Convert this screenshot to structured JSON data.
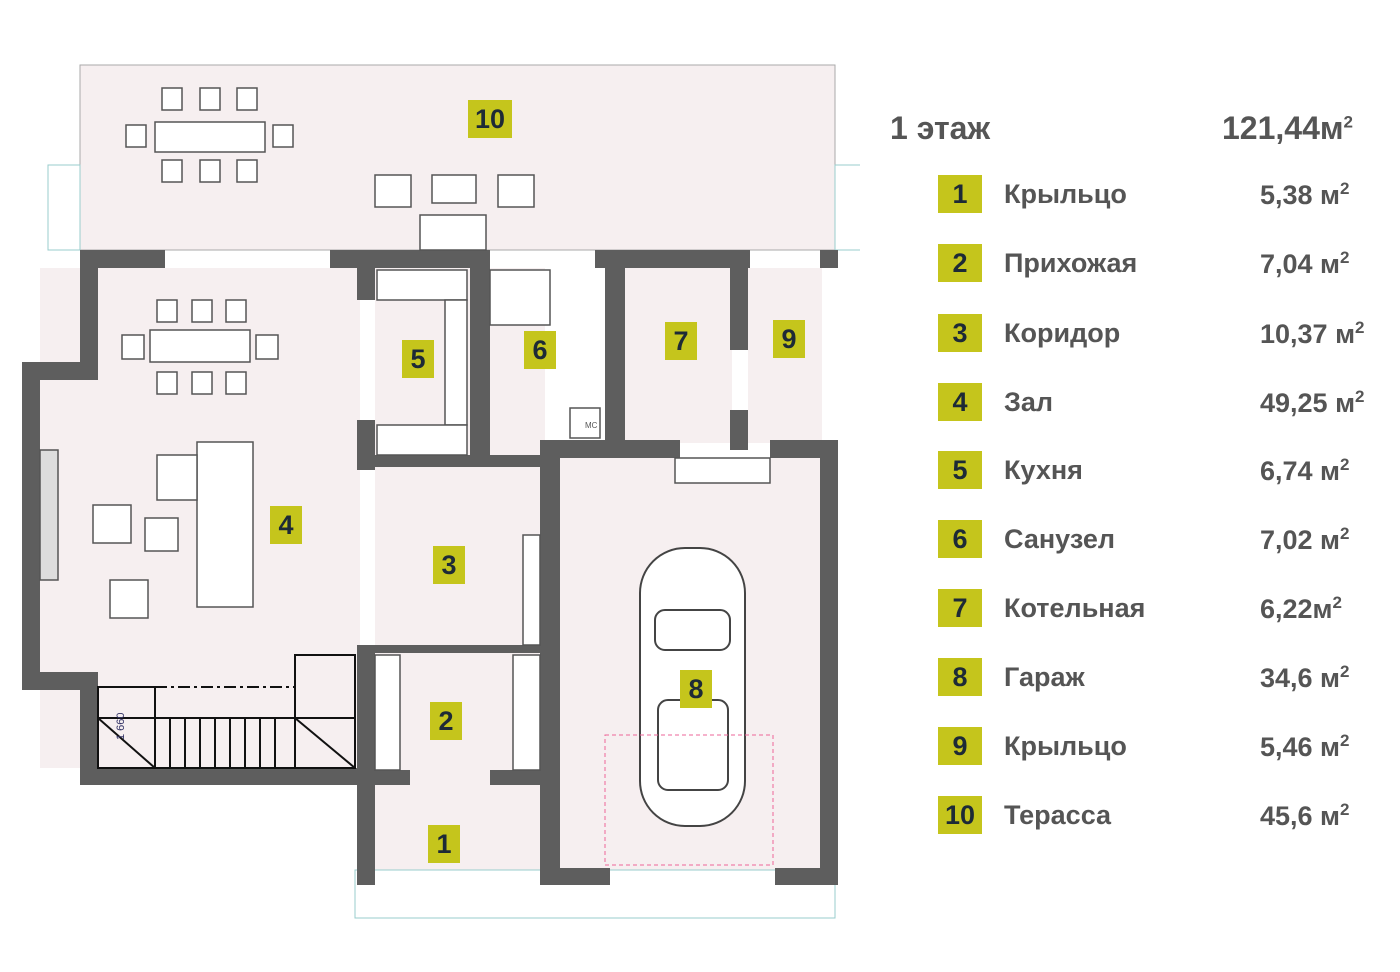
{
  "floor": {
    "title": "1 этаж",
    "total_area": "121,44м",
    "unit_sup": "2"
  },
  "dimension_label": "1 660",
  "fixture_label": "МС",
  "colors": {
    "wall": "#5e5e5e",
    "floor": "#f6eff0",
    "label_bg": "#c5c51c",
    "text": "#555555"
  },
  "rooms": [
    {
      "num": "1",
      "name": "Крыльцо",
      "area": "5,38 м"
    },
    {
      "num": "2",
      "name": "Прихожая",
      "area": "7,04 м"
    },
    {
      "num": "3",
      "name": "Коридор",
      "area": "10,37 м"
    },
    {
      "num": "4",
      "name": "Зал",
      "area": "49,25 м"
    },
    {
      "num": "5",
      "name": "Кухня",
      "area": "6,74 м"
    },
    {
      "num": "6",
      "name": "Санузел",
      "area": "7,02 м"
    },
    {
      "num": "7",
      "name": "Котельная",
      "area": "6,22м"
    },
    {
      "num": "8",
      "name": "Гараж",
      "area": "34,6 м"
    },
    {
      "num": "9",
      "name": "Крыльцо",
      "area": "5,46 м"
    },
    {
      "num": "10",
      "name": "Терасса",
      "area": "45,6 м"
    }
  ]
}
